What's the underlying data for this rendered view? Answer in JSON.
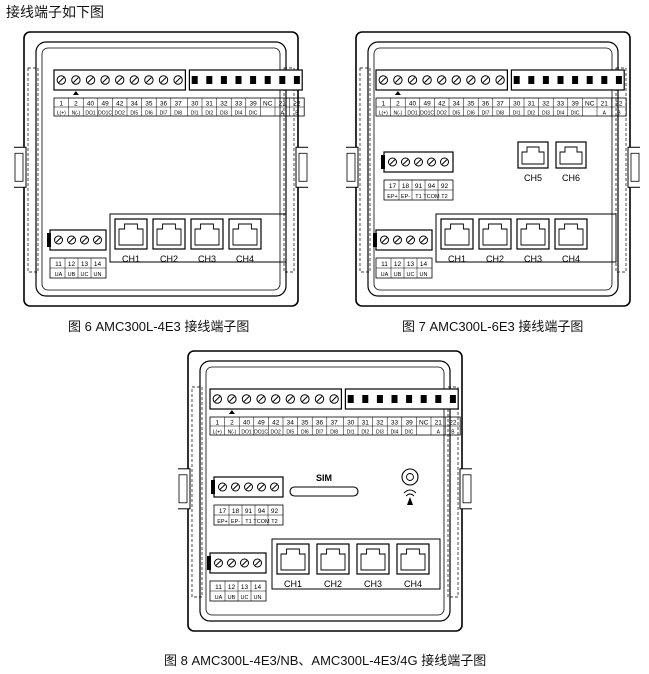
{
  "page": {
    "heading": "接线端子如下图",
    "captions": {
      "fig6": "图 6  AMC300L-4E3 接线端子图",
      "fig7": "图 7  AMC300L-6E3 接线端子图",
      "fig8": "图 8  AMC300L-4E3/NB、AMC300L-4E3/4G 接线端子图"
    }
  },
  "terminals": {
    "top_numbers": [
      "1",
      "2",
      "40",
      "49",
      "42",
      "34",
      "35",
      "36",
      "37",
      "30",
      "31",
      "32",
      "33",
      "39",
      "NC",
      "21",
      "22"
    ],
    "top_labels": [
      "L(+)",
      "N(-)",
      "DO1",
      "DO1C",
      "DO2",
      "DI5",
      "DI6",
      "DI7",
      "DI8",
      "DI1",
      "DI2",
      "DI3",
      "DI4",
      "DIC",
      "",
      "A",
      "B"
    ],
    "voltage_numbers": [
      "11",
      "12",
      "13",
      "14"
    ],
    "voltage_labels": [
      "UA",
      "UB",
      "UC",
      "UN"
    ],
    "extra_numbers": [
      "17",
      "18",
      "91",
      "94",
      "92"
    ],
    "extra_labels": [
      "EP+",
      "EP-",
      "T1",
      "TCOM",
      "T2"
    ]
  },
  "channels": {
    "four": [
      "CH1",
      "CH2",
      "CH3",
      "CH4"
    ],
    "extra": [
      "CH5",
      "CH6"
    ]
  },
  "sim_label": "SIM"
}
